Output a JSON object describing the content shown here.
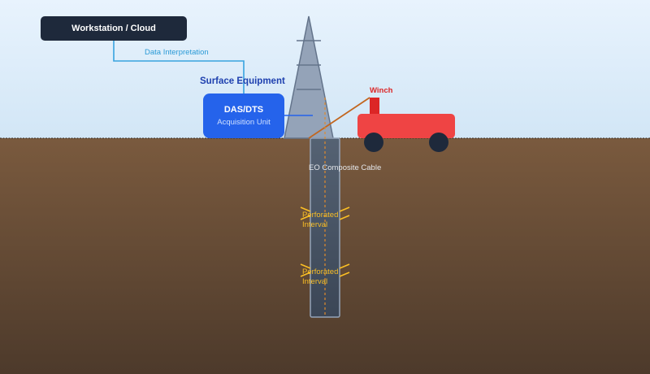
{
  "workstation": {
    "label": "Workstation / Cloud"
  },
  "link": {
    "label": "Data Interpretation"
  },
  "surface": {
    "label": "Surface Equipment"
  },
  "das": {
    "title": "DAS/DTS",
    "subtitle": "Acquisition Unit"
  },
  "winch": {
    "label": "Winch"
  },
  "cable": {
    "label": "EO Composite Cable"
  },
  "perforations": [
    {
      "label": "Perforated Interval"
    },
    {
      "label": "Perforated Interval"
    }
  ],
  "colors": {
    "sky_top": "#e8f3fd",
    "sky_bottom": "#d2e6f6",
    "ground_top": "#7a5a3e",
    "ground_bottom": "#4d3a2b",
    "workstation": "#1e293b",
    "das_unit": "#2563eb",
    "link_line": "#38a3e0",
    "derrick": "#94a3b8",
    "winch": "#ef4444",
    "winch_label": "#dc2626",
    "cable": "#c2661f",
    "fiber": "#e08a2c",
    "perforation": "#fbbf24",
    "casing": "#475569"
  }
}
